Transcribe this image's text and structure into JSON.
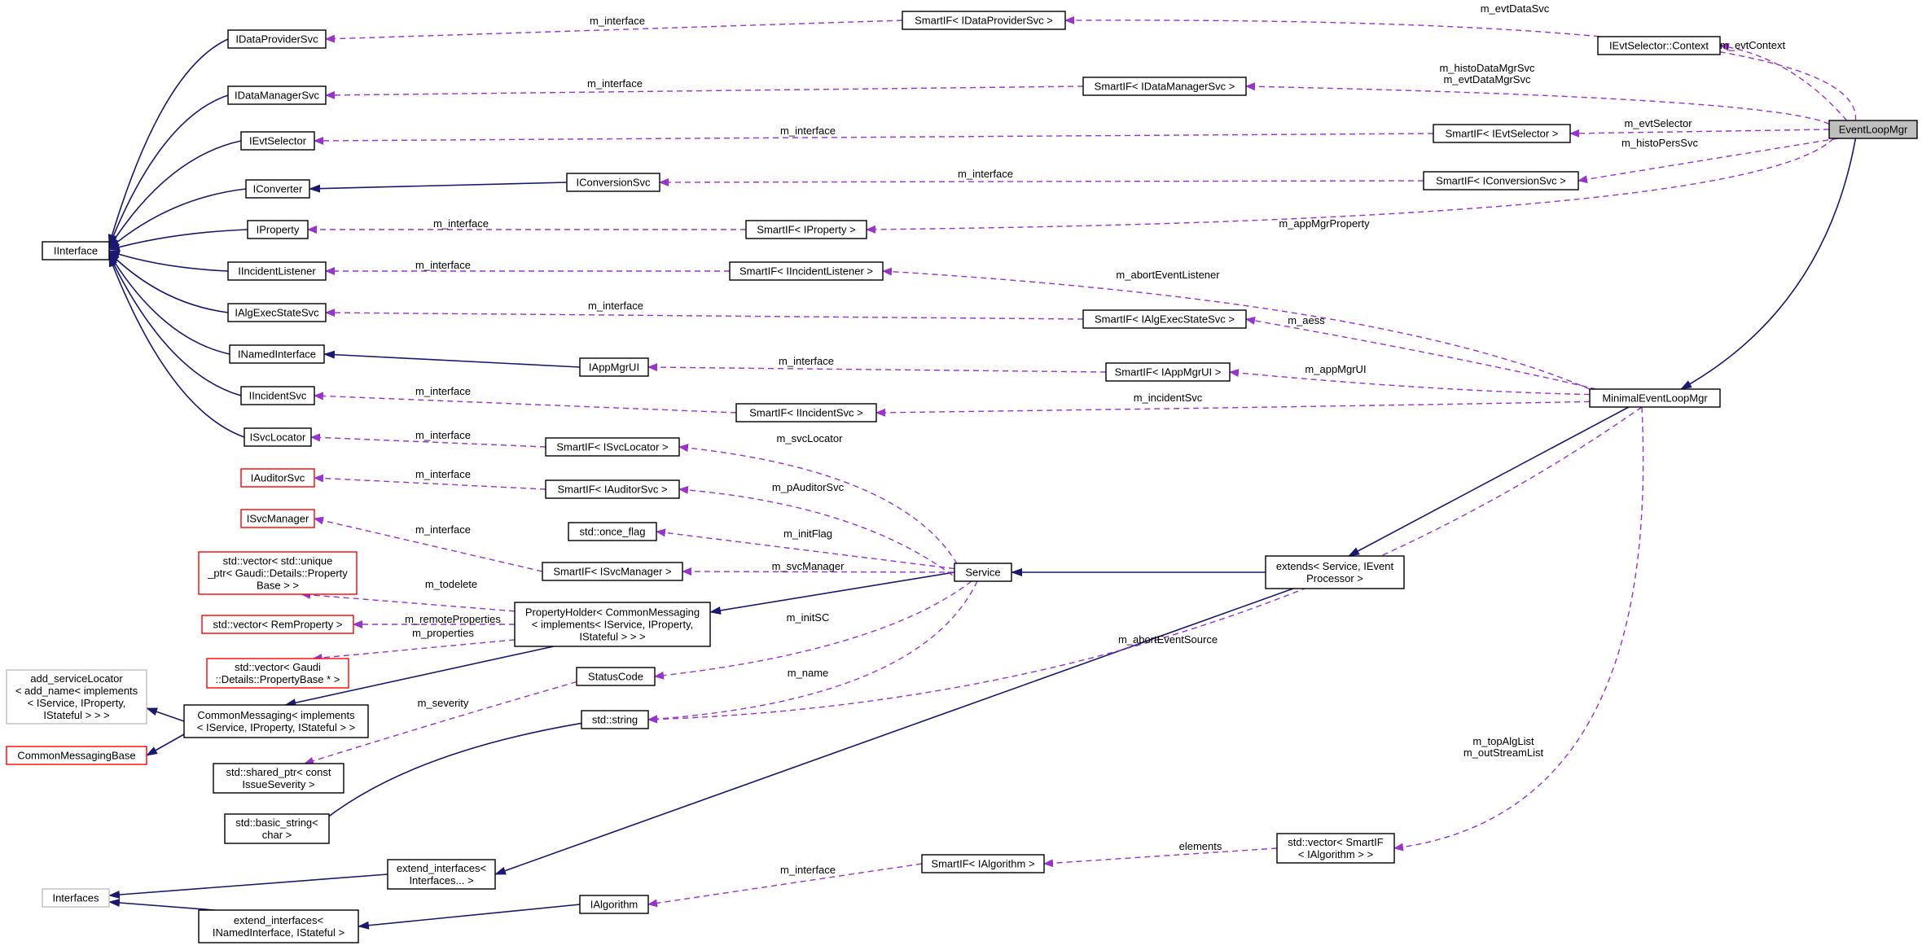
{
  "colors": {
    "inheritance_edge": "#191970",
    "usage_edge": "#9a32cd",
    "undocumented_border": "#ff0000",
    "external_border": "#bfbfbf",
    "highlight_fill": "#bfbfbf"
  },
  "nodes": {
    "IInterface": [
      "IInterface"
    ],
    "IDataProviderSvc": [
      "IDataProviderSvc"
    ],
    "IDataManagerSvc": [
      "IDataManagerSvc"
    ],
    "IEvtSelector": [
      "IEvtSelector"
    ],
    "IConverter": [
      "IConverter"
    ],
    "IProperty": [
      "IProperty"
    ],
    "IIncidentListener": [
      "IIncidentListener"
    ],
    "IAlgExecStateSvc": [
      "IAlgExecStateSvc"
    ],
    "INamedInterface": [
      "INamedInterface"
    ],
    "IIncidentSvc": [
      "IIncidentSvc"
    ],
    "ISvcLocator": [
      "ISvcLocator"
    ],
    "IAuditorSvc": [
      "IAuditorSvc"
    ],
    "ISvcManager": [
      "ISvcManager"
    ],
    "vecUniquePtrProp": [
      "std::vector< std::unique",
      "_ptr< Gaudi::Details::Property",
      "Base > >"
    ],
    "vecRemProperty": [
      "std::vector< RemProperty >"
    ],
    "vecPropBasePtr": [
      "std::vector< Gaudi",
      "::Details::PropertyBase * >"
    ],
    "addServiceLocator": [
      "add_serviceLocator",
      "< add_name< implements",
      "< IService, IProperty,",
      "IStateful > > >"
    ],
    "CommonMessagingBase": [
      "CommonMessagingBase"
    ],
    "Interfaces": [
      "Interfaces"
    ],
    "SmartIFDataProviderSvc": [
      "SmartIF< IDataProviderSvc >"
    ],
    "SmartIFDataManagerSvc": [
      "SmartIF< IDataManagerSvc >"
    ],
    "SmartIFEvtSelector": [
      "SmartIF< IEvtSelector >"
    ],
    "IConversionSvc": [
      "IConversionSvc"
    ],
    "SmartIFConversionSvc": [
      "SmartIF< IConversionSvc >"
    ],
    "SmartIFProperty": [
      "SmartIF< IProperty >"
    ],
    "SmartIFIncidentListener": [
      "SmartIF< IIncidentListener >"
    ],
    "SmartIFAlgExecStateSvc": [
      "SmartIF< IAlgExecStateSvc >"
    ],
    "IAppMgrUI": [
      "IAppMgrUI"
    ],
    "SmartIFAppMgrUI": [
      "SmartIF< IAppMgrUI >"
    ],
    "SmartIFIncidentSvc": [
      "SmartIF< IIncidentSvc >"
    ],
    "SmartIFSvcLocator": [
      "SmartIF< ISvcLocator >"
    ],
    "SmartIFAuditorSvc": [
      "SmartIF< IAuditorSvc >"
    ],
    "onceFlag": [
      "std::once_flag"
    ],
    "SmartIFSvcManager": [
      "SmartIF< ISvcManager >"
    ],
    "PropertyHolder": [
      "PropertyHolder< CommonMessaging",
      "< implements< IService, IProperty,",
      "IStateful > > >"
    ],
    "StatusCode": [
      "StatusCode"
    ],
    "stdString": [
      "std::string"
    ],
    "CommonMessaging": [
      "CommonMessaging< implements",
      "< IService, IProperty, IStateful > >"
    ],
    "sharedPtrIssueSeverity": [
      "std::shared_ptr< const",
      "IssueSeverity >"
    ],
    "basicString": [
      "std::basic_string<",
      "char >"
    ],
    "extendInterfaces": [
      "extend_interfaces<",
      "Interfaces... >"
    ],
    "extendInterfacesNamed": [
      "extend_interfaces<",
      "INamedInterface, IStateful >"
    ],
    "IAlgorithm": [
      "IAlgorithm"
    ],
    "SmartIFAlgorithm": [
      "SmartIF< IAlgorithm >"
    ],
    "Service": [
      "Service"
    ],
    "extendsService": [
      "extends< Service, IEvent",
      "Processor >"
    ],
    "vecSmartIFAlgorithm": [
      "std::vector< SmartIF",
      "< IAlgorithm > >"
    ],
    "MinimalEventLoopMgr": [
      "MinimalEventLoopMgr"
    ],
    "IEvtSelectorContext": [
      "IEvtSelector::Context"
    ],
    "EventLoopMgr": [
      "EventLoopMgr"
    ]
  },
  "edge_labels": {
    "m_interface": "m_interface",
    "m_evtDataSvc": "m_evtDataSvc",
    "m_histoDataMgrSvc": "m_histoDataMgrSvc",
    "m_evtDataMgrSvc": "m_evtDataMgrSvc",
    "m_evtContext": "m_evtContext",
    "m_evtSelector": "m_evtSelector",
    "m_histoPersSvc": "m_histoPersSvc",
    "m_appMgrProperty": "m_appMgrProperty",
    "m_abortEventListener": "m_abortEventListener",
    "m_aess": "m_aess",
    "m_appMgrUI": "m_appMgrUI",
    "m_incidentSvc": "m_incidentSvc",
    "m_svcLocator": "m_svcLocator",
    "m_pAuditorSvc": "m_pAuditorSvc",
    "m_initFlag": "m_initFlag",
    "m_svcManager": "m_svcManager",
    "m_todelete": "m_todelete",
    "m_remoteProperties": "m_remoteProperties",
    "m_properties": "m_properties",
    "m_initSC": "m_initSC",
    "m_name": "m_name",
    "m_severity": "m_severity",
    "m_abortEventSource": "m_abortEventSource",
    "m_topAlgList": "m_topAlgList",
    "m_outStreamList": "m_outStreamList",
    "elements": "elements"
  }
}
